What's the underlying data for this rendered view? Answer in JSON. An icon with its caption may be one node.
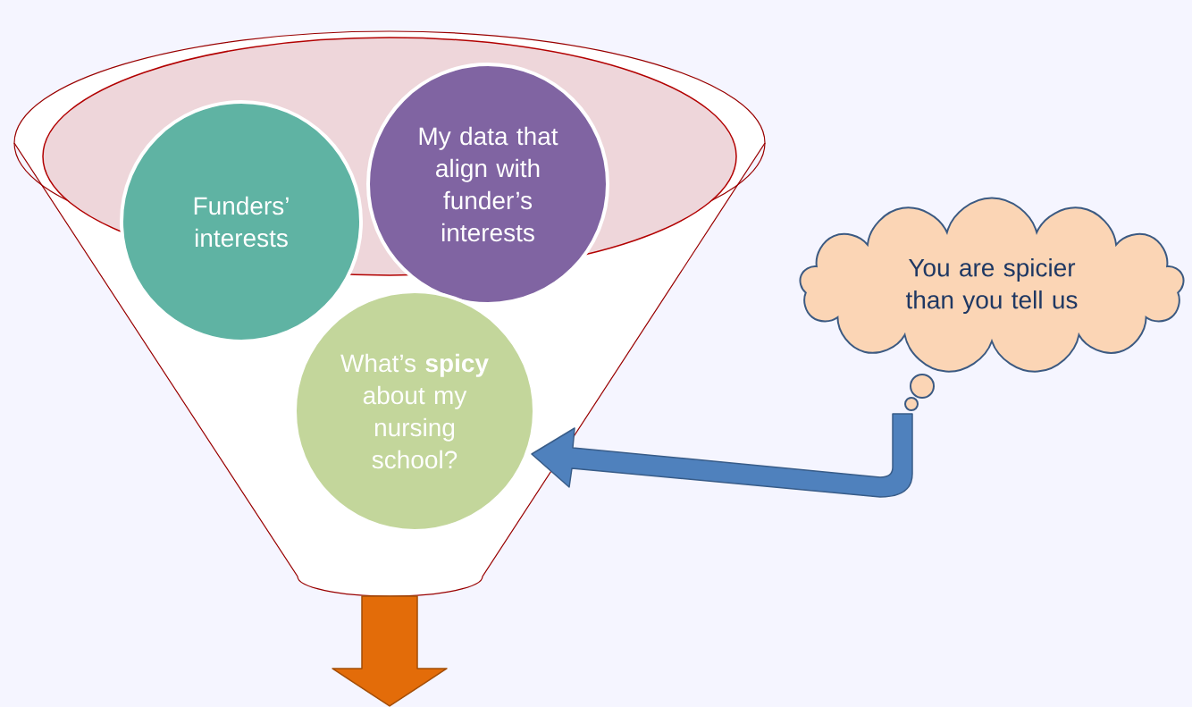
{
  "diagram": {
    "nodes": [
      {
        "text": [],
        "shape": "funnel"
      },
      {
        "text": [
          "Funders’ interests"
        ],
        "in": 0
      },
      {
        "text": [
          "My data that align with funder’s interests"
        ],
        "in": 0
      },
      {
        "text": [
          "What’s **spicy** about my nursing school?"
        ],
        "in": 0
      },
      {
        "text": [
          "You are spicier than you tell us"
        ]
      }
    ],
    "edges": [
      {
        "from": 4,
        "to": 3,
        "arrow": "to",
        "style": "thick",
        "color": "#4f81bd"
      },
      {
        "from": 0,
        "to": null,
        "arrow": "to",
        "style": "thick",
        "color": "#e36c09"
      }
    ]
  }
}
